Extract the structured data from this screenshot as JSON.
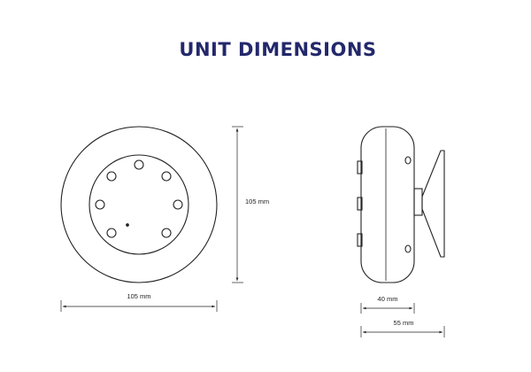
{
  "title": "UNIT DIMENSIONS",
  "dimensions": {
    "front_width": "105 mm",
    "front_height": "105 mm",
    "side_body_depth": "40 mm",
    "side_total_depth": "55 mm"
  },
  "colors": {
    "title": "#23286b",
    "line": "#222222"
  }
}
